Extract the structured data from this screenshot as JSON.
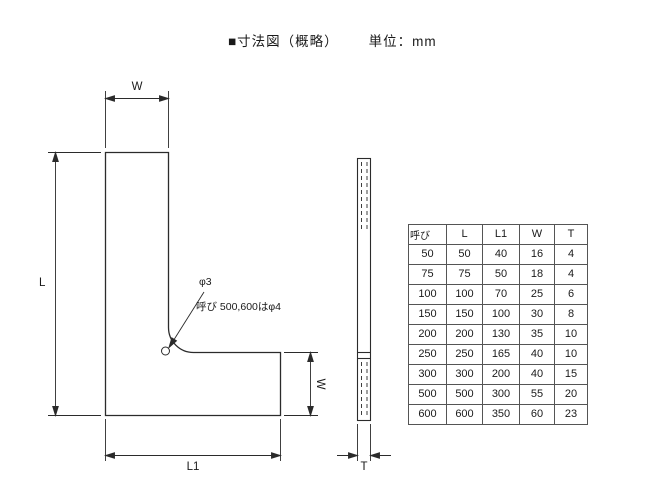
{
  "page": {
    "title": "■寸法図（概略）",
    "unit": "単位：mm"
  },
  "drawing": {
    "dim_w_top": "W",
    "dim_l": "L",
    "dim_l1": "L1",
    "dim_w_right": "W",
    "dim_t": "T",
    "hole_label": "φ3",
    "hole_note": "呼び 500,600はφ4"
  },
  "table": {
    "headers": [
      "呼び",
      "L",
      "L1",
      "W",
      "T"
    ],
    "rows": [
      [
        "50",
        "50",
        "40",
        "16",
        "4"
      ],
      [
        "75",
        "75",
        "50",
        "18",
        "4"
      ],
      [
        "100",
        "100",
        "70",
        "25",
        "6"
      ],
      [
        "150",
        "150",
        "100",
        "30",
        "8"
      ],
      [
        "200",
        "200",
        "130",
        "35",
        "10"
      ],
      [
        "250",
        "250",
        "165",
        "40",
        "10"
      ],
      [
        "300",
        "300",
        "200",
        "40",
        "15"
      ],
      [
        "500",
        "500",
        "300",
        "55",
        "20"
      ],
      [
        "600",
        "600",
        "350",
        "60",
        "23"
      ]
    ]
  }
}
